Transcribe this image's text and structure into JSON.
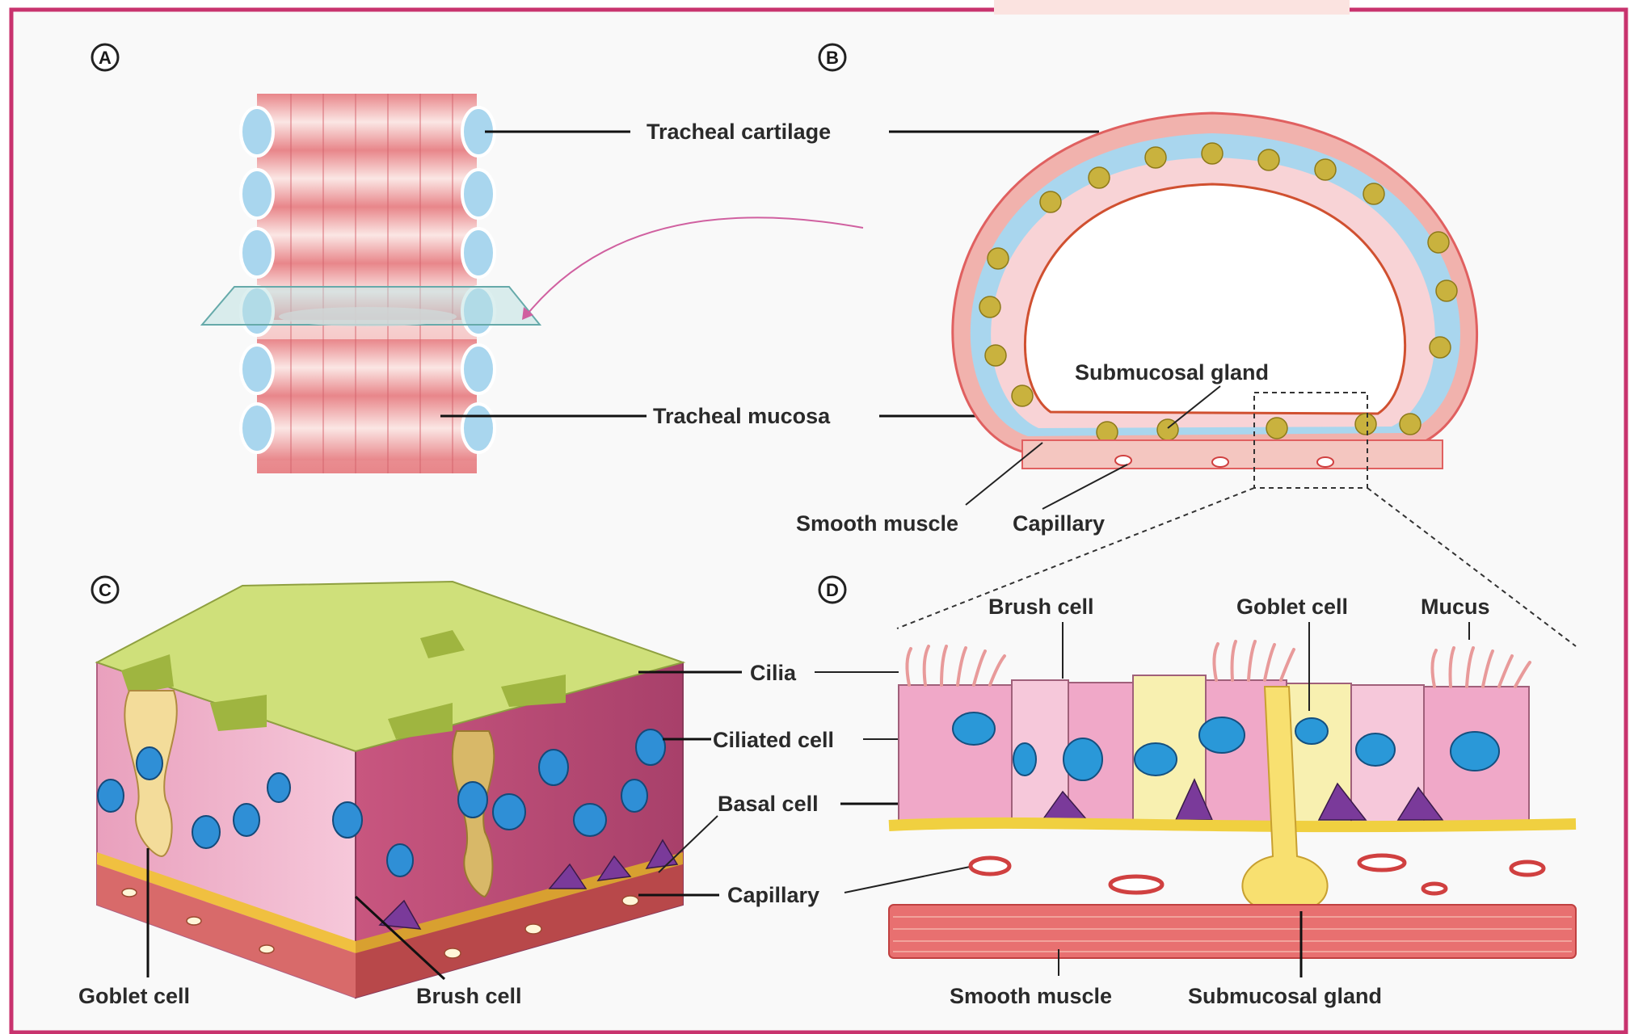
{
  "panels": {
    "a": {
      "letter": "A"
    },
    "b": {
      "letter": "B"
    },
    "c": {
      "letter": "C"
    },
    "d": {
      "letter": "D"
    }
  },
  "labels": {
    "tracheal_cartilage": "Tracheal cartilage",
    "tracheal_mucosa": "Tracheal mucosa",
    "submucosal_gland_b": "Submucosal gland",
    "smooth_muscle_b": "Smooth muscle",
    "capillary_b": "Capillary",
    "brush_cell_d": "Brush cell",
    "goblet_cell_d": "Goblet cell",
    "mucus": "Mucus",
    "cilia": "Cilia",
    "ciliated_cell": "Ciliated cell",
    "basal_cell": "Basal cell",
    "capillary_c": "Capillary",
    "goblet_cell_c": "Goblet cell",
    "brush_cell_c": "Brush cell",
    "smooth_muscle_d": "Smooth muscle",
    "submucosal_gland_d": "Submucosal gland"
  },
  "colors": {
    "frame_border": "#c8336e",
    "cartilage": "#a9d6ee",
    "mucosa": "#e8868a",
    "cilia": "#cfe07a",
    "gland": "#b8a83a",
    "nucleus": "#2f8fd6",
    "basal_cell": "#7a3a9a",
    "cell_pink": "#f0a8c8",
    "basement": "#f0d040",
    "muscle": "#e87070"
  }
}
